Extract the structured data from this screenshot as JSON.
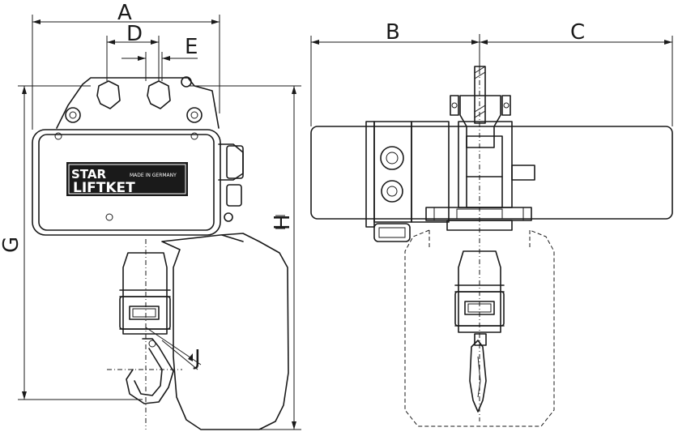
{
  "dimensions": {
    "A": "A",
    "B": "B",
    "C": "C",
    "D": "D",
    "E": "E",
    "G": "G",
    "H": "H",
    "J": "J"
  },
  "nameplate": {
    "brand_top": "STAR",
    "brand_bottom": "LIFTKET",
    "small_text": "MADE IN GERMANY"
  }
}
